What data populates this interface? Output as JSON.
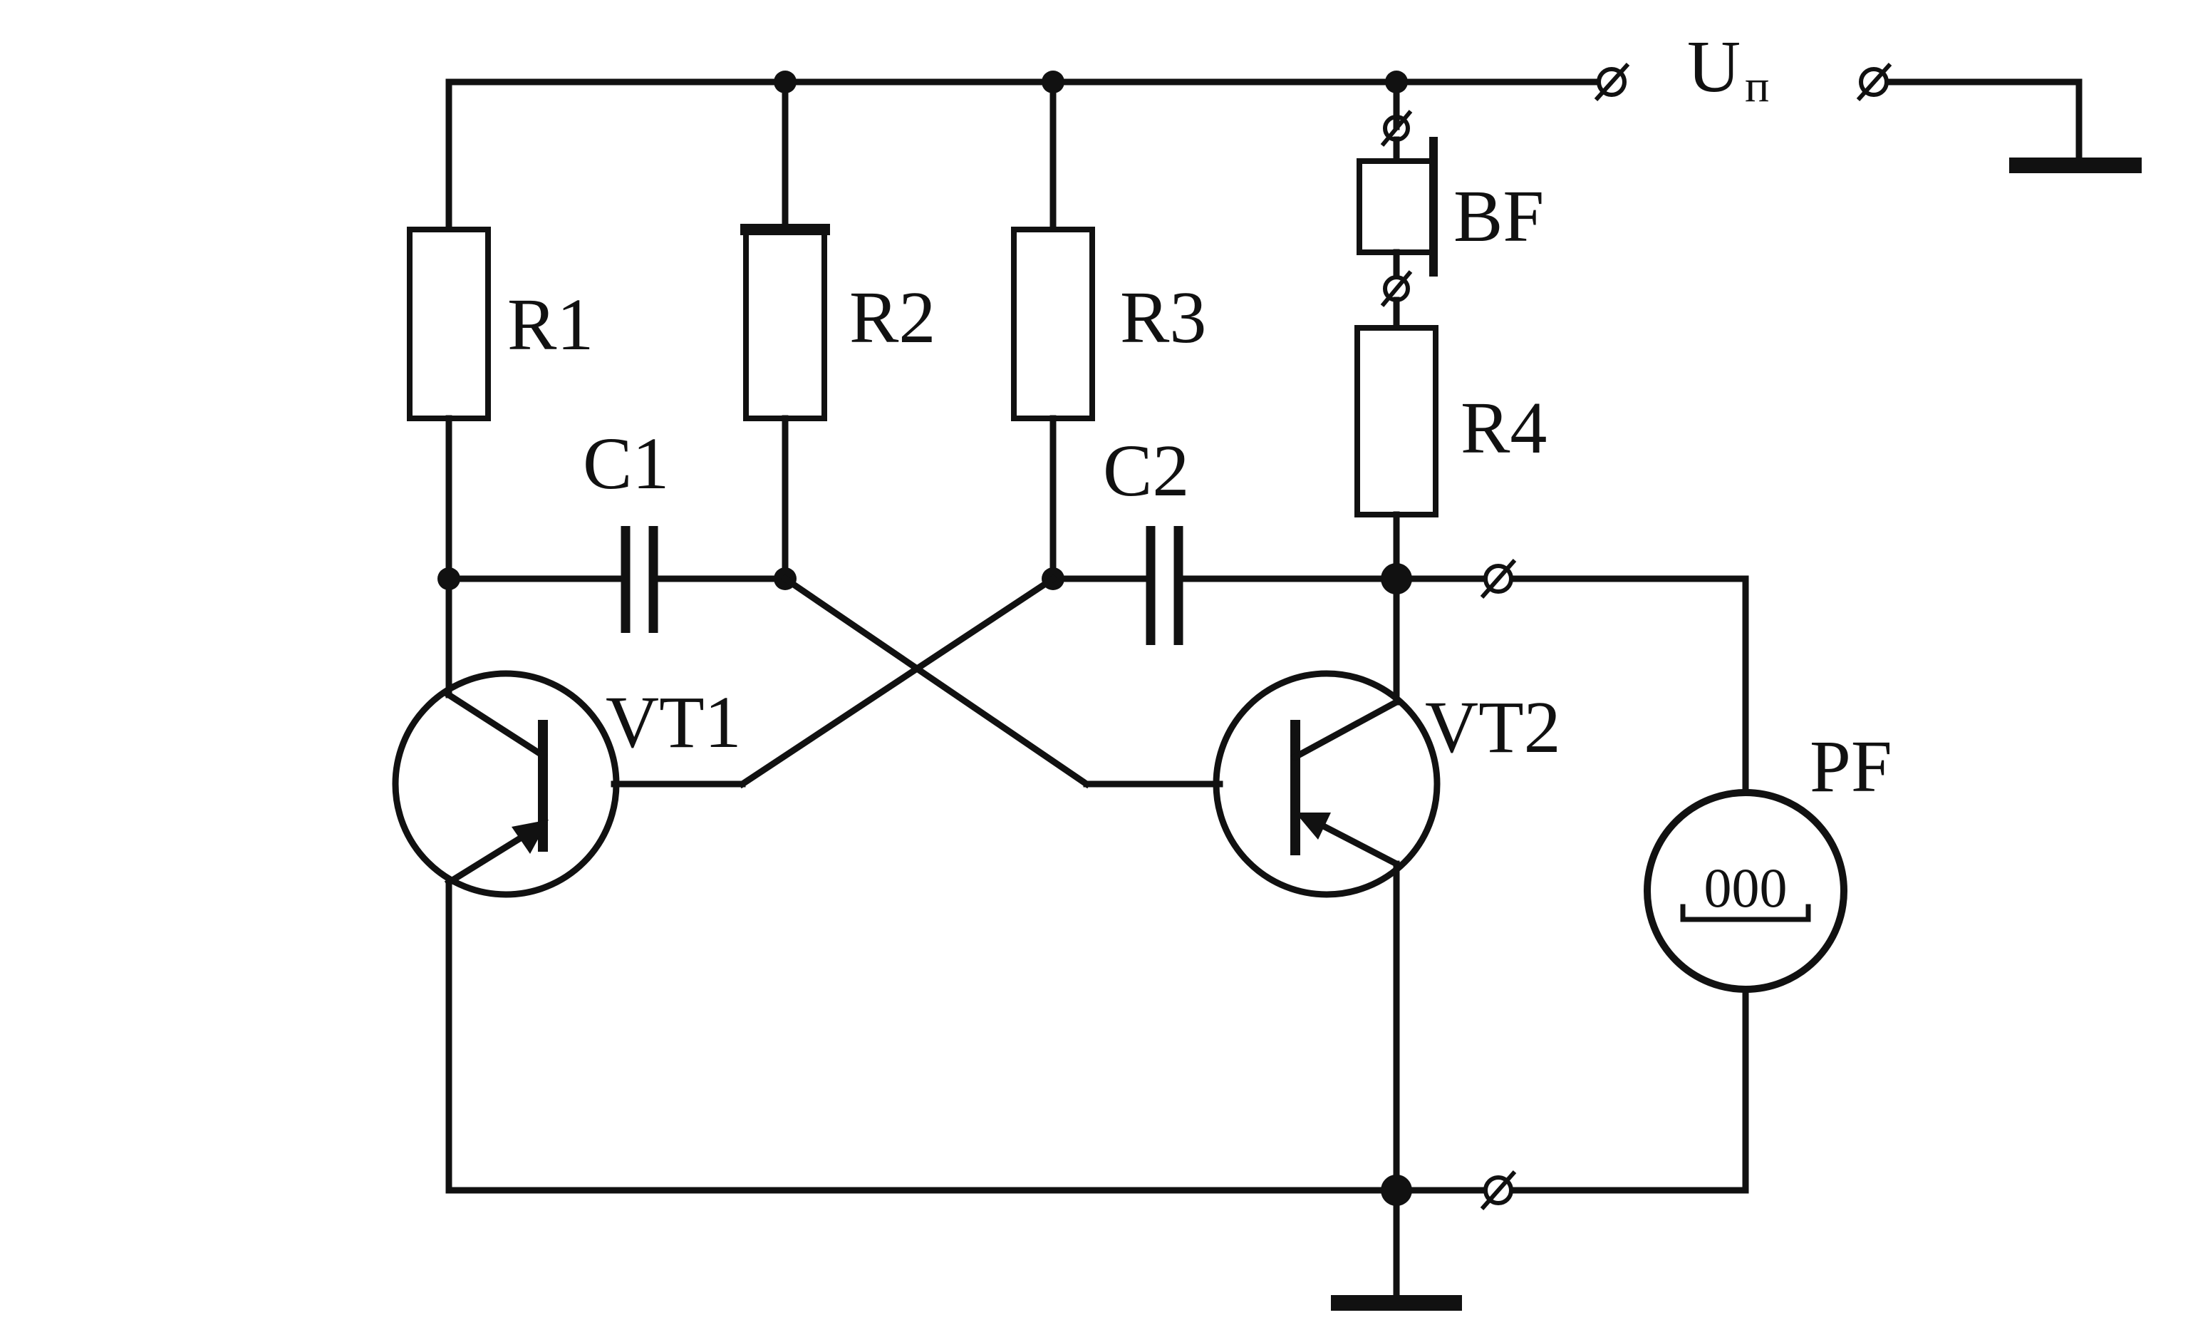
{
  "labels": {
    "r1": "R1",
    "r2": "R2",
    "r3": "R3",
    "r4": "R4",
    "c1": "C1",
    "c2": "C2",
    "vt1": "VT1",
    "vt2": "VT2",
    "bf": "BF",
    "pf": "PF",
    "supply": "U",
    "supply_sub": "п",
    "meter_display": "000"
  },
  "colors": {
    "ink": "#111111",
    "background": "#ffffff"
  }
}
